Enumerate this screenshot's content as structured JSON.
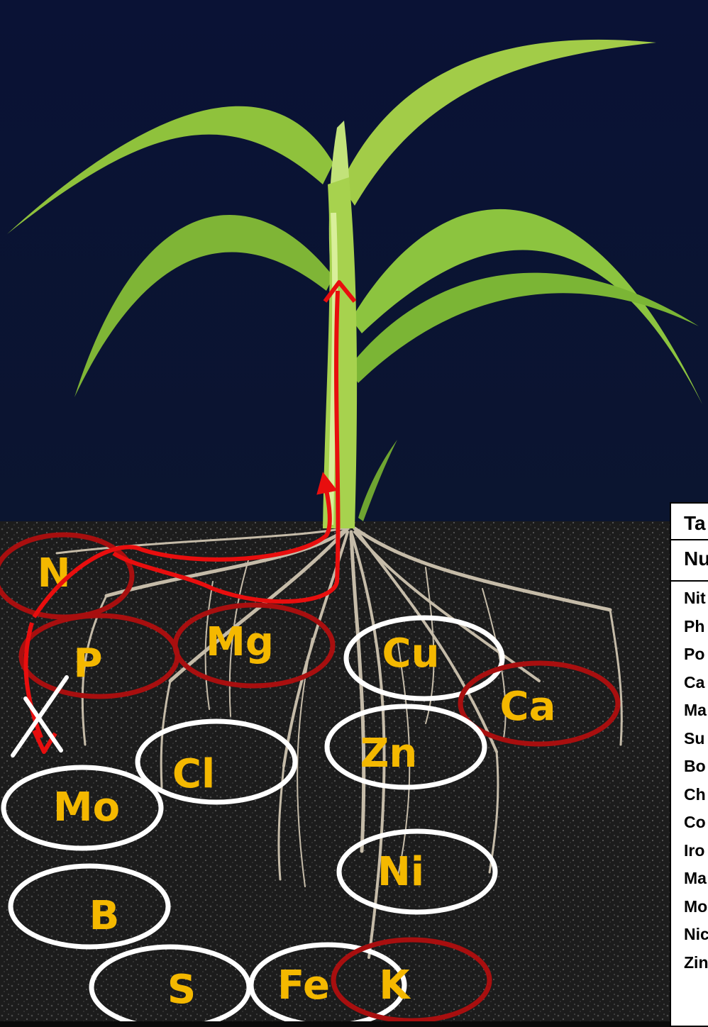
{
  "nutrients": [
    {
      "id": "N",
      "label": "N",
      "ring": "red"
    },
    {
      "id": "P",
      "label": "P",
      "ring": "red"
    },
    {
      "id": "Mg",
      "label": "Mg",
      "ring": "red"
    },
    {
      "id": "Cu",
      "label": "Cu",
      "ring": "white"
    },
    {
      "id": "Ca",
      "label": "Ca",
      "ring": "red"
    },
    {
      "id": "Zn",
      "label": "Zn",
      "ring": "white"
    },
    {
      "id": "Cl",
      "label": "Cl",
      "ring": "white"
    },
    {
      "id": "Mo",
      "label": "Mo",
      "ring": "white"
    },
    {
      "id": "Ni",
      "label": "Ni",
      "ring": "white"
    },
    {
      "id": "B",
      "label": "B",
      "ring": "white"
    },
    {
      "id": "S",
      "label": "S",
      "ring": "white"
    },
    {
      "id": "Fe",
      "label": "Fe",
      "ring": "white"
    },
    {
      "id": "K",
      "label": "K",
      "ring": "red"
    }
  ],
  "table": {
    "title": "Ta",
    "header": "Nu",
    "rows": [
      "Nit",
      "Ph",
      "Po",
      "Ca",
      "Ma",
      "Su",
      "Bo",
      "Ch",
      "Co",
      "Iro",
      "Ma",
      "Mo",
      "Nic",
      "Zin"
    ]
  },
  "colors": {
    "sky": "#0a1235",
    "soil": "#1c1c1c",
    "label": "#f4b800",
    "red_ring": "#a80f0f",
    "white_ring": "#ffffff",
    "arrow": "#e80e0e"
  }
}
